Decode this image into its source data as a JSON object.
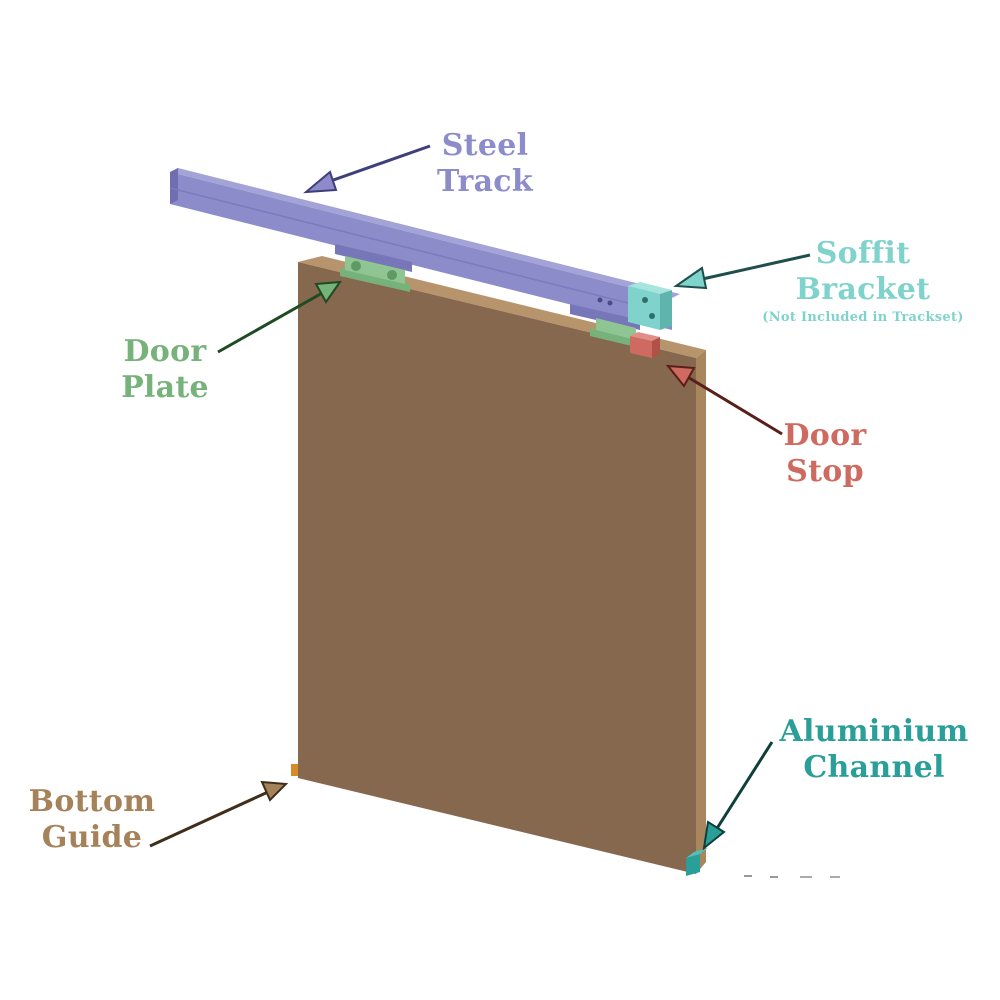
{
  "colors": {
    "track": "#8c8cca",
    "track_dark": "#6e6eb0",
    "bracket": "#7fd3cc",
    "door_plate": "#76b27a",
    "door_stop": "#cf6a60",
    "channel": "#2a9e98",
    "guide": "#a5825a",
    "door_face": "#86684f",
    "door_edge": "#b8946c",
    "door_side": "#a8875f"
  },
  "labels": {
    "steel_track": {
      "line1": "Steel",
      "line2": "Track"
    },
    "soffit_bracket": {
      "line1": "Soffit",
      "line2": "Bracket",
      "note": "(Not Included in Trackset)"
    },
    "door_plate": {
      "line1": "Door",
      "line2": "Plate"
    },
    "door_stop": {
      "line1": "Door",
      "line2": "Stop"
    },
    "aluminium_channel": {
      "line1": "Aluminium",
      "line2": "Channel"
    },
    "bottom_guide": {
      "line1": "Bottom",
      "line2": "Guide"
    }
  }
}
